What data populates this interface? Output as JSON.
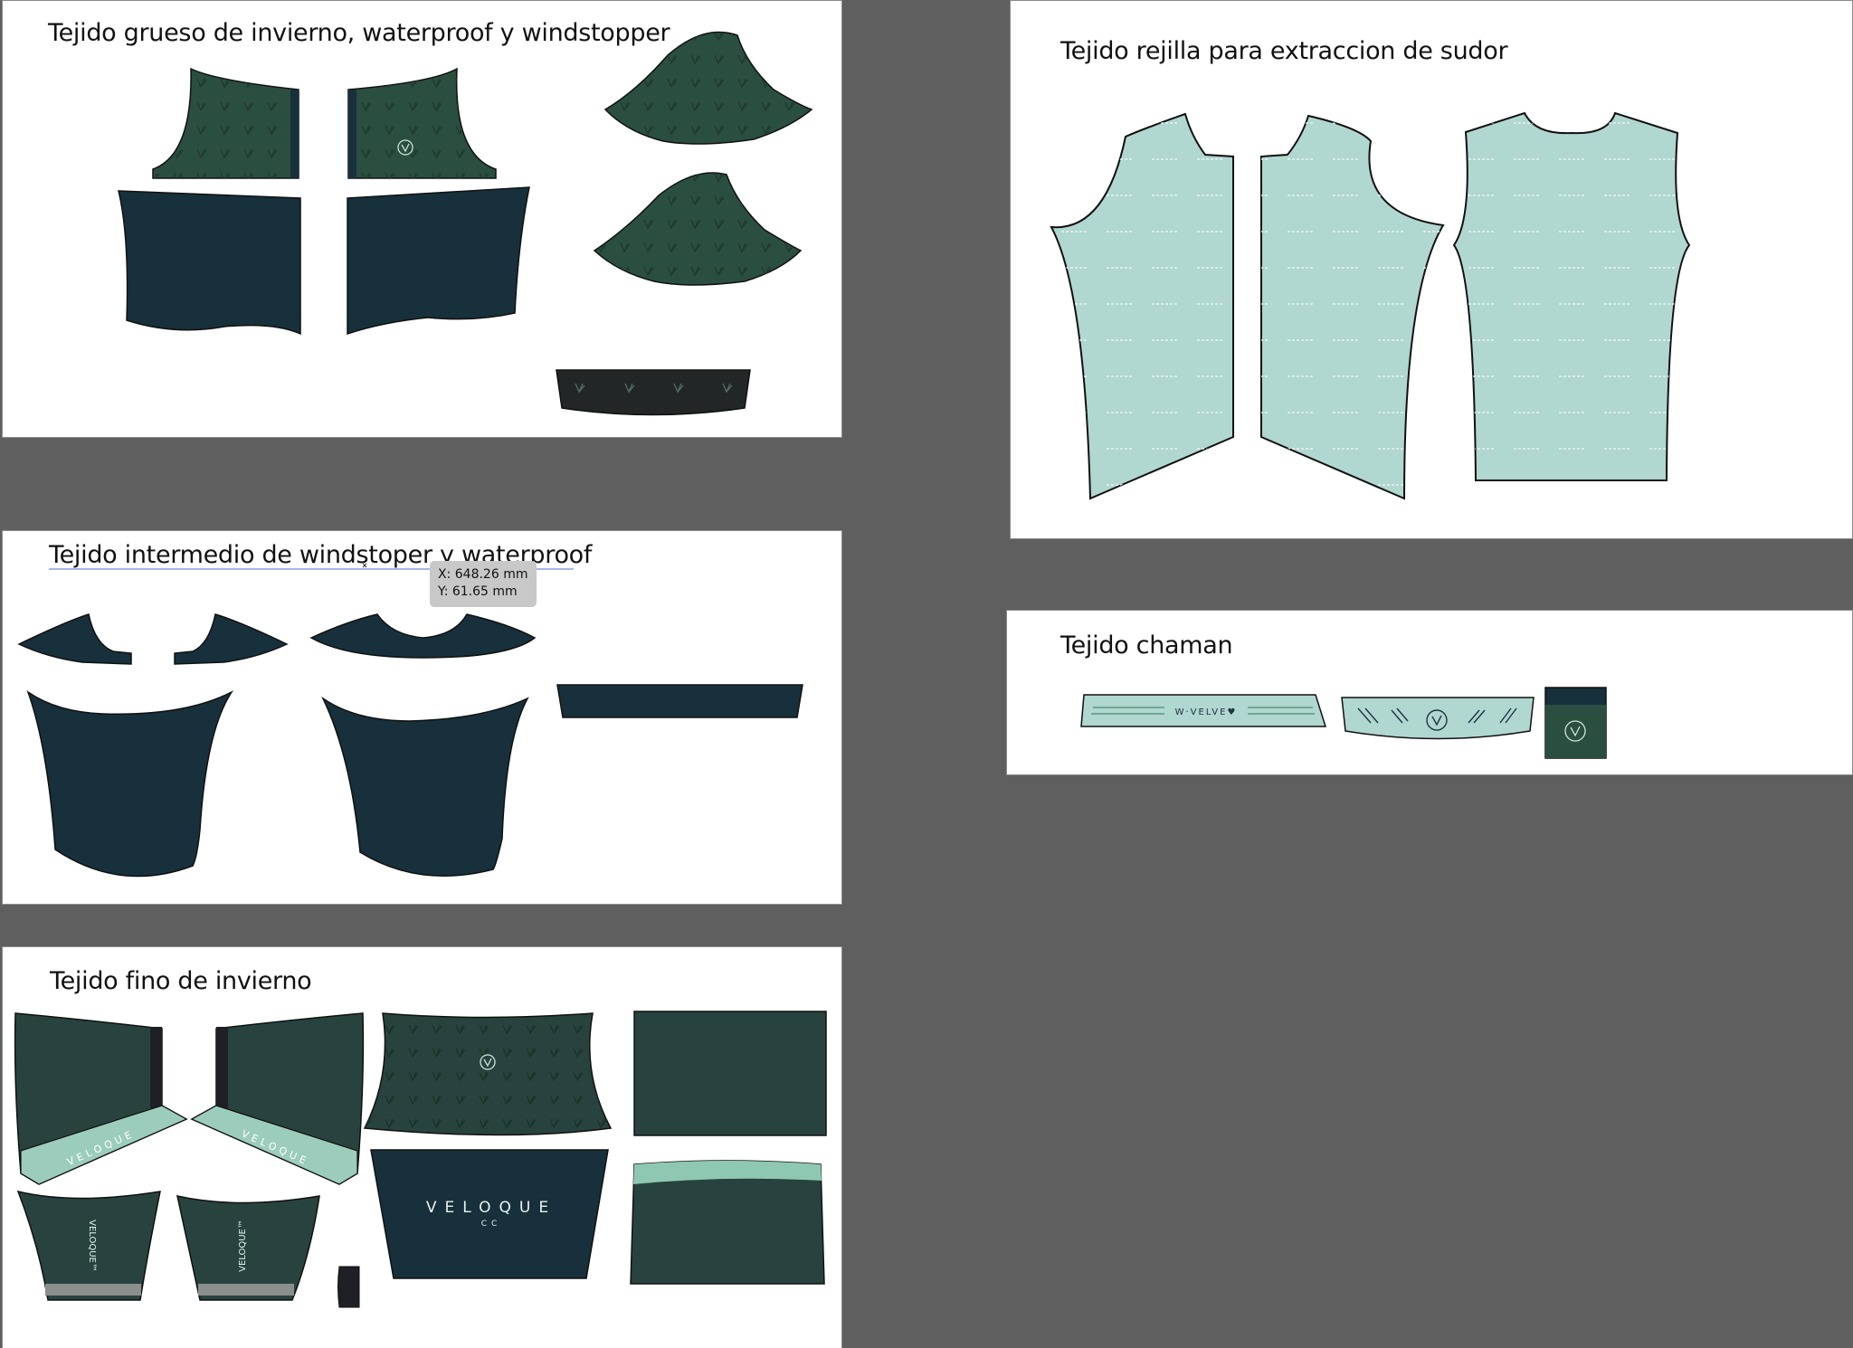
{
  "artboards": {
    "grueso": {
      "title": "Tejido grueso de invierno, waterproof y windstopper"
    },
    "rejilla": {
      "title": "Tejido rejilla para extraccion de sudor"
    },
    "intermedio": {
      "title": "Tejido intermedio de windstoper y waterproof"
    },
    "chaman": {
      "title": "Tejido chaman",
      "band_text": "W·VELVE♥"
    },
    "fino": {
      "title": "Tejido fino de invierno",
      "logo_main": "VELOQUE",
      "logo_sub": "CC",
      "sleeve_text": "VELOQUE",
      "vertical_text": "VELOQUE™"
    }
  },
  "cursor_readout": {
    "x": "X: 648.26 mm",
    "y": "Y: 61.65 mm"
  },
  "colors": {
    "pine": "#2a4e40",
    "navy": "#17303b",
    "mint": "#b0d7d0",
    "charcoal": "#222626",
    "forest": "#28433d",
    "aqua": "#8fc8b2",
    "canvas": "#5f5f5f"
  }
}
